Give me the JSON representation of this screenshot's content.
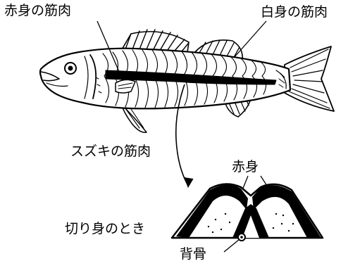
{
  "labels": {
    "red_muscle": "赤身の筋肉",
    "white_muscle": "白身の筋肉",
    "seabass_muscle": "スズキの筋肉",
    "red_meat": "赤身",
    "cut_section": "切り身のとき",
    "backbone": "背骨"
  },
  "colors": {
    "ink": "#000000",
    "background": "#ffffff"
  }
}
